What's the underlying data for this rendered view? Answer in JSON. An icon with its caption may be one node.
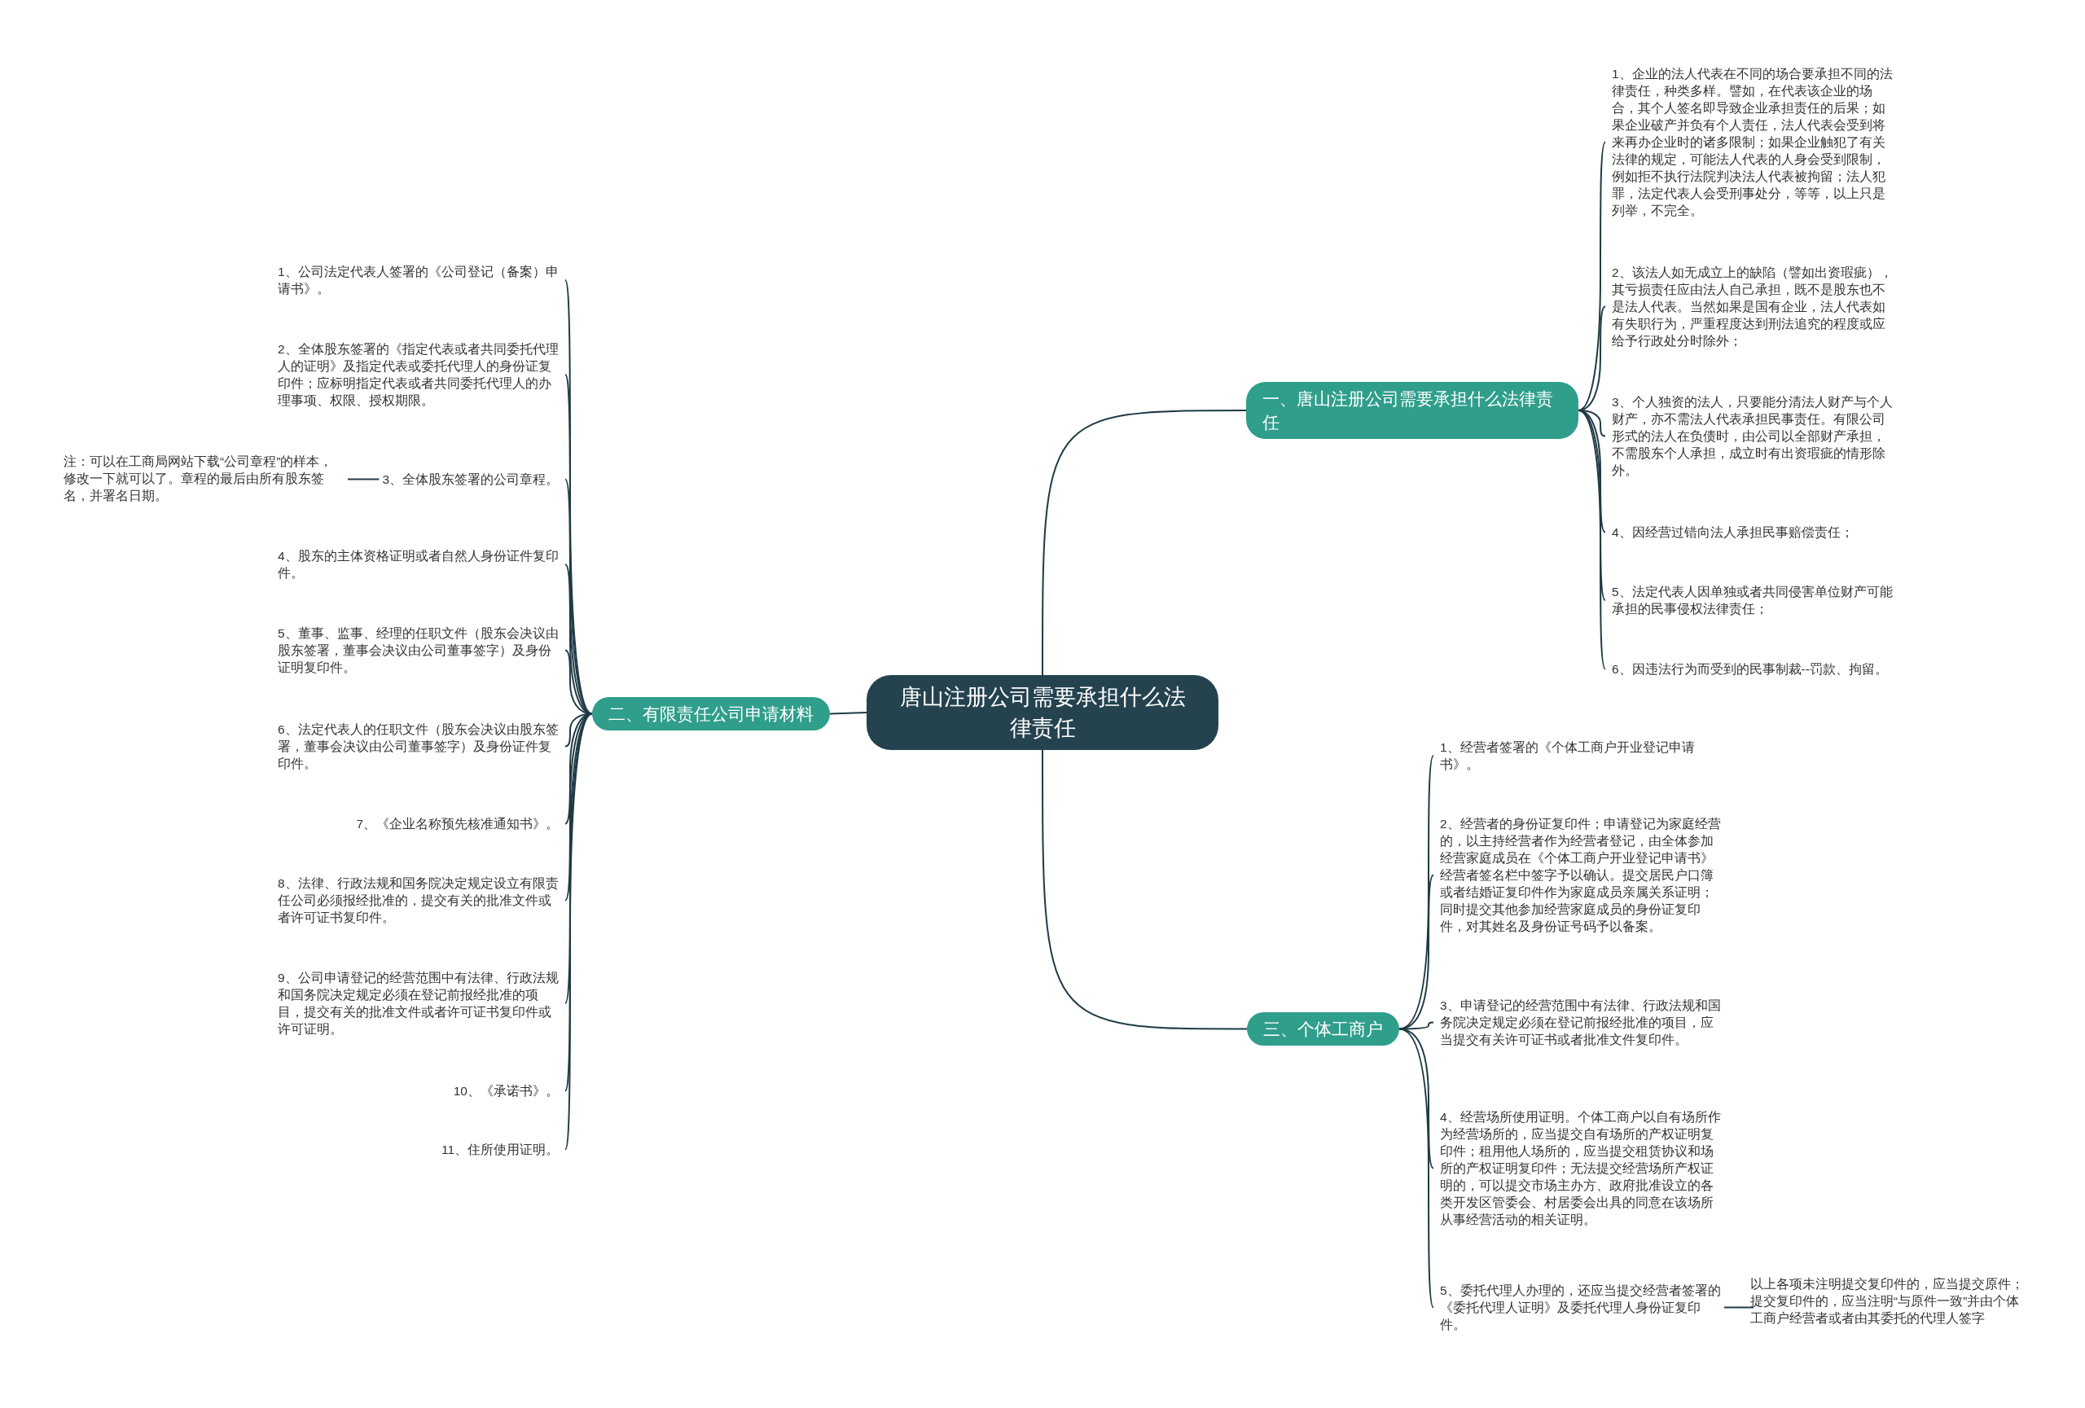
{
  "diagram": {
    "nodes": [
      {
        "text": [
          "唐山注册公司需要承担什么法律责任"
        ]
      },
      {
        "text": [
          "一、唐山注册公司需要承担什么法律责任"
        ]
      },
      {
        "text": [
          "1、企业的法人代表在不同的场合要承担不同的法律责任，种类多样。譬如，在代表该企业的场合，其个人签名即导致企业承担责任的后果；如果企业破产并负有个人责任，法人代表会受到将来再办企业时的诸多限制；如果企业触犯了有关法律的规定，可能法人代表的人身会受到限制，例如拒不执行法院判决法人代表被拘留；法人犯罪，法定代表人会受刑事处分，等等，以上只是列举，不完全。"
        ]
      },
      {
        "text": [
          "2、该法人如无成立上的缺陷（譬如出资瑕疵），其亏损责任应由法人自己承担，既不是股东也不是法人代表。当然如果是国有企业，法人代表如有失职行为，严重程度达到刑法追究的程度或应给予行政处分时除外；"
        ]
      },
      {
        "text": [
          "3、个人独资的法人，只要能分清法人财产与个人财产，亦不需法人代表承担民事责任。有限公司形式的法人在负债时，由公司以全部财产承担，不需股东个人承担，成立时有出资瑕疵的情形除外。"
        ]
      },
      {
        "text": [
          "4、因经营过错向法人承担民事赔偿责任；"
        ]
      },
      {
        "text": [
          "5、法定代表人因单独或者共同侵害单位财产可能承担的民事侵权法律责任；"
        ]
      },
      {
        "text": [
          "6、因违法行为而受到的民事制裁--罚款、拘留。"
        ]
      },
      {
        "text": [
          "二、有限责任公司申请材料"
        ]
      },
      {
        "text": [
          "1、公司法定代表人签署的《公司登记（备案）申请书》。"
        ]
      },
      {
        "text": [
          "2、全体股东签署的《指定代表或者共同委托代理人的证明》及指定代表或委托代理人的身份证复印件；应标明指定代表或者共同委托代理人的办理事项、权限、授权期限。"
        ]
      },
      {
        "text": [
          "3、全体股东签署的公司章程。"
        ]
      },
      {
        "text": [
          "注：可以在工商局网站下载“公司章程”的样本，修改一下就可以了。章程的最后由所有股东签名，并署名日期。"
        ]
      },
      {
        "text": [
          "4、股东的主体资格证明或者自然人身份证件复印件。"
        ]
      },
      {
        "text": [
          "5、董事、监事、经理的任职文件（股东会决议由股东签署，董事会决议由公司董事签字）及身份证明复印件。"
        ]
      },
      {
        "text": [
          "6、法定代表人的任职文件（股东会决议由股东签署，董事会决议由公司董事签字）及身份证件复印件。"
        ]
      },
      {
        "text": [
          "7、《企业名称预先核准通知书》。"
        ]
      },
      {
        "text": [
          "8、法律、行政法规和国务院决定规定设立有限责任公司必须报经批准的，提交有关的批准文件或者许可证书复印件。"
        ]
      },
      {
        "text": [
          "9、公司申请登记的经营范围中有法律、行政法规和国务院决定规定必须在登记前报经批准的项目，提交有关的批准文件或者许可证书复印件或许可证明。"
        ]
      },
      {
        "text": [
          "10、《承诺书》。"
        ]
      },
      {
        "text": [
          "11、住所使用证明。"
        ]
      },
      {
        "text": [
          "三、个体工商户"
        ]
      },
      {
        "text": [
          "1、经营者签署的《个体工商户开业登记申请书》。"
        ]
      },
      {
        "text": [
          "2、经营者的身份证复印件；申请登记为家庭经营的，以主持经营者作为经营者登记，由全体参加经营家庭成员在《个体工商户开业登记申请书》经营者签名栏中签字予以确认。提交居民户口簿或者结婚证复印件作为家庭成员亲属关系证明；同时提交其他参加经营家庭成员的身份证复印件，对其姓名及身份证号码予以备案。"
        ]
      },
      {
        "text": [
          "3、申请登记的经营范围中有法律、行政法规和国务院决定规定必须在登记前报经批准的项目，应当提交有关许可证书或者批准文件复印件。"
        ]
      },
      {
        "text": [
          "4、经营场所使用证明。个体工商户以自有场所作为经营场所的，应当提交自有场所的产权证明复印件；租用他人场所的，应当提交租赁协议和场所的产权证明复印件；无法提交经营场所产权证明的，可以提交市场主办方、政府批准设立的各类开发区管委会、村居委会出具的同意在该场所从事经营活动的相关证明。"
        ]
      },
      {
        "text": [
          "5、委托代理人办理的，还应当提交经营者签署的《委托代理人证明》及委托代理人身份证复印件。"
        ]
      },
      {
        "text": [
          "以上各项未注明提交复印件的，应当提交原件；提交复印件的，应当注明“与原件一致”并由个体工商户经营者或者由其委托的代理人签字"
        ]
      }
    ],
    "edges": [
      {
        "from": 0,
        "to": 1,
        "arrow": "none"
      },
      {
        "from": 0,
        "to": 8,
        "arrow": "none"
      },
      {
        "from": 0,
        "to": 21,
        "arrow": "none"
      },
      {
        "from": 1,
        "to": 2,
        "arrow": "none"
      },
      {
        "from": 1,
        "to": 3,
        "arrow": "none"
      },
      {
        "from": 1,
        "to": 4,
        "arrow": "none"
      },
      {
        "from": 1,
        "to": 5,
        "arrow": "none"
      },
      {
        "from": 1,
        "to": 6,
        "arrow": "none"
      },
      {
        "from": 1,
        "to": 7,
        "arrow": "none"
      },
      {
        "from": 8,
        "to": 9,
        "arrow": "none"
      },
      {
        "from": 8,
        "to": 10,
        "arrow": "none"
      },
      {
        "from": 8,
        "to": 11,
        "arrow": "none"
      },
      {
        "from": 11,
        "to": 12,
        "arrow": "none"
      },
      {
        "from": 8,
        "to": 13,
        "arrow": "none"
      },
      {
        "from": 8,
        "to": 14,
        "arrow": "none"
      },
      {
        "from": 8,
        "to": 15,
        "arrow": "none"
      },
      {
        "from": 8,
        "to": 16,
        "arrow": "none"
      },
      {
        "from": 8,
        "to": 17,
        "arrow": "none"
      },
      {
        "from": 8,
        "to": 18,
        "arrow": "none"
      },
      {
        "from": 8,
        "to": 19,
        "arrow": "none"
      },
      {
        "from": 8,
        "to": 20,
        "arrow": "none"
      },
      {
        "from": 21,
        "to": 22,
        "arrow": "none"
      },
      {
        "from": 21,
        "to": 23,
        "arrow": "none"
      },
      {
        "from": 21,
        "to": 24,
        "arrow": "none"
      },
      {
        "from": 21,
        "to": 25,
        "arrow": "none"
      },
      {
        "from": 21,
        "to": 26,
        "arrow": "none"
      },
      {
        "from": 26,
        "to": 27,
        "arrow": "none"
      }
    ]
  }
}
